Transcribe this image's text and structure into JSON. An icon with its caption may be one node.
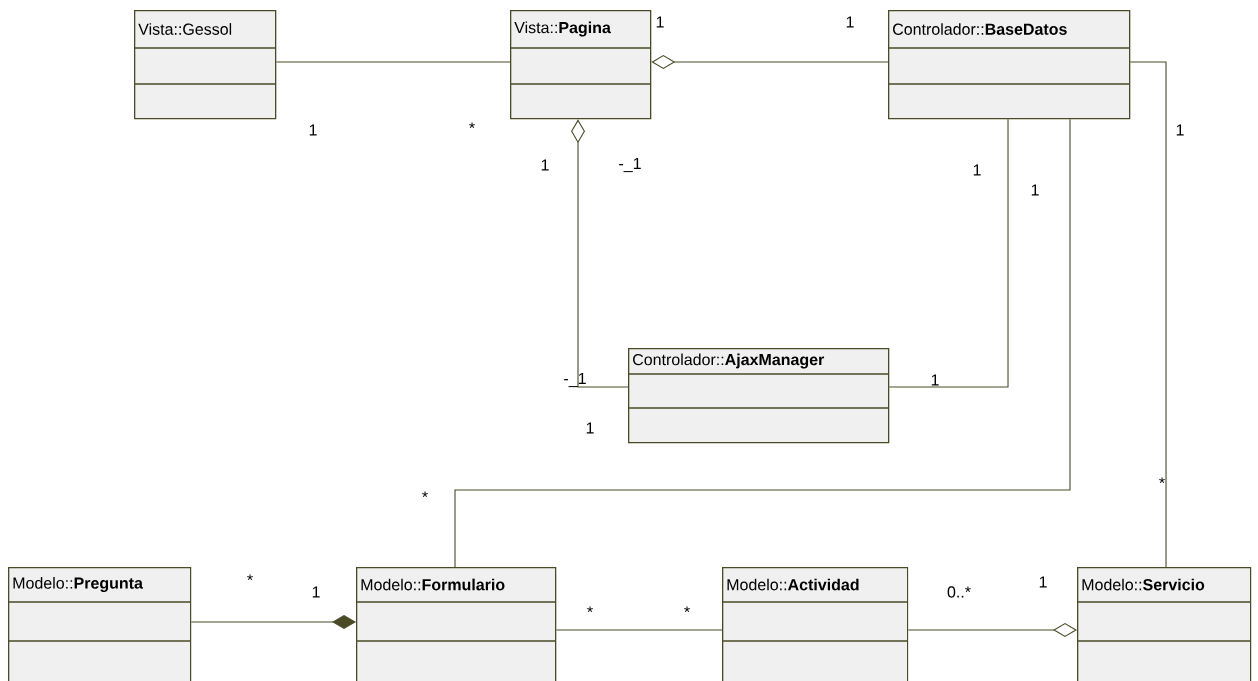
{
  "diagram": {
    "nodes": [
      {
        "text": [
          "Vista::Gessol"
        ]
      },
      {
        "text": [
          "Vista::**Pagina**"
        ]
      },
      {
        "text": [
          "Controlador::**BaseDatos**"
        ]
      },
      {
        "text": [
          "Controlador::**AjaxManager**"
        ]
      },
      {
        "text": [
          "Modelo::**Pregunta**"
        ]
      },
      {
        "text": [
          "Modelo::**Formulario**"
        ]
      },
      {
        "text": [
          "Modelo::**Actividad**"
        ]
      },
      {
        "text": [
          "Modelo::**Servicio**"
        ]
      }
    ],
    "edges": [
      {
        "from": 0,
        "to": 1,
        "arrow": "none"
      },
      {
        "from": 1,
        "to": 2,
        "arrow": "other"
      },
      {
        "from": 1,
        "to": 3,
        "arrow": "other"
      },
      {
        "from": 3,
        "to": 2,
        "arrow": "none"
      },
      {
        "from": 2,
        "to": 5,
        "arrow": "none"
      },
      {
        "from": 2,
        "to": 7,
        "arrow": "none"
      },
      {
        "from": 5,
        "to": 4,
        "arrow": "other"
      },
      {
        "from": 5,
        "to": 6,
        "arrow": "none"
      },
      {
        "from": 7,
        "to": 6,
        "arrow": "other"
      }
    ],
    "labels": [
      "1",
      "1",
      "1",
      "*",
      "1",
      "1",
      "-_1",
      "1",
      "1",
      "-_1",
      "1",
      "1",
      "*",
      "*",
      "*",
      "1",
      "0..*",
      "1",
      "*",
      "*"
    ]
  }
}
